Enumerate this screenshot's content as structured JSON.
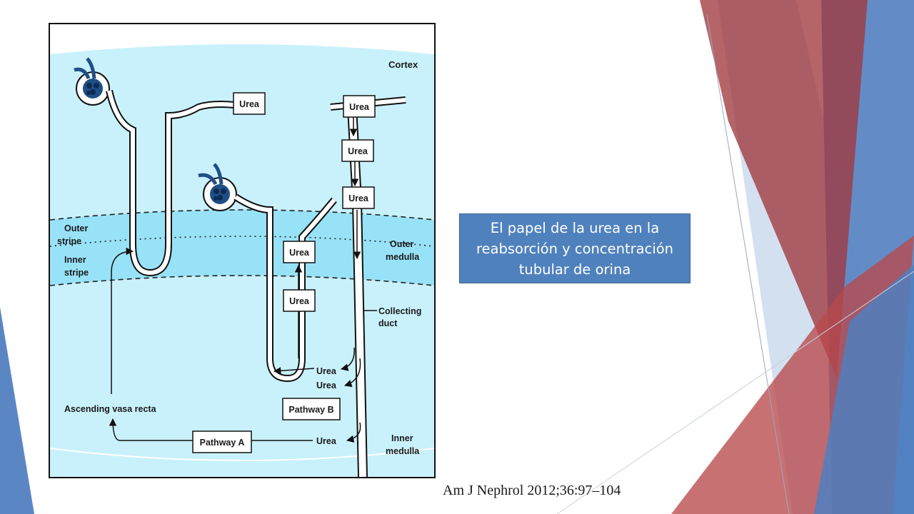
{
  "slide": {
    "title": "El papel de la urea en la reabsorción y concentración tubular de orina",
    "citation": "Am J Nephrol 2012;36:97–104",
    "colors": {
      "title_box": "#4f81bd",
      "diagram_background": "#c9f1fb",
      "outer_medulla_band": "#98e2f7",
      "glomerulus": "#1f4f86",
      "accent_red": "#a0393e",
      "accent_blue": "#4f81bd"
    }
  },
  "diagram": {
    "zones": {
      "cortex": "Cortex",
      "outer_stripe": [
        "Outer",
        "stripe"
      ],
      "inner_stripe": [
        "Inner",
        "stripe"
      ],
      "outer_medulla": [
        "Outer",
        "medulla"
      ],
      "inner_medulla": [
        "Inner",
        "medulla"
      ]
    },
    "structures": {
      "collecting_duct": [
        "Collecting",
        "duct"
      ],
      "ascending_vasa_recta": "Ascending vasa recta"
    },
    "urea_boxes": [
      "Urea",
      "Urea",
      "Urea",
      "Urea",
      "Urea",
      "Urea"
    ],
    "urea_labels": [
      "Urea",
      "Urea",
      "Urea"
    ],
    "pathways": {
      "a": "Pathway A",
      "b": "Pathway B"
    }
  }
}
